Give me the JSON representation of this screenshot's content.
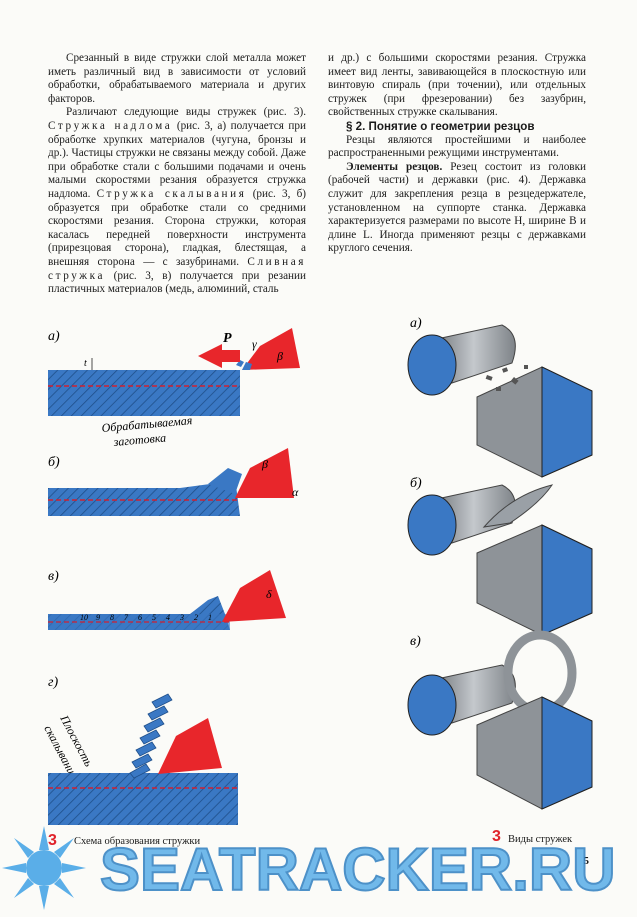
{
  "left_column": {
    "p1": "Срезанный в виде стружки слой металла может иметь различный вид в зависимости от условий обработки, обрабатываемого материала и других факторов.",
    "p2_start": "Различают следующие виды стружек (рис. 3).",
    "term_nadlom": "Стружка надлома",
    "p2_nadlom": "(рис. 3, а) получается при обработке хрупких материалов (чугуна, бронзы и др.). Частицы стружки не связаны между собой. Даже при обработке стали с большими подачами и очень малыми скоростями резания образуется стружка надлома.",
    "term_skalyvaniya": "Стружка скалывания",
    "p2_skal": "(рис. 3, б) образуется при обработке стали со средними скоростями резания. Сторона стружки, которая касалась передней поверхности инструмента (прирезцовая сторона), гладкая, блестящая, а внешняя сторона — с зазубринами.",
    "term_slivnaya": "Сливная стружка",
    "p2_sliv": "(рис. 3, в) получается при резании пластичных материалов (медь, алюминий, сталь"
  },
  "right_column": {
    "p_cont": "и др.) с большими скоростями резания. Стружка имеет вид ленты, завивающейся в плоскостную или винтовую спираль (при точении), или отдельных стружек (при фрезеровании) без зазубрин, свойственных стружке скалывания.",
    "section_title": "§ 2. Понятие о геометрии резцов",
    "p_intro": "Резцы являются простейшими и наиболее распространенными режущими инструментами.",
    "elements_term": "Элементы резцов.",
    "p_elements": "Резец состоит из головки (рабочей части) и державки (рис. 4). Державка служит для закрепления резца в резцедержателе, установленном на суппорте станка. Державка характеризуется размерами по высоте H, ширине B и длине L. Иногда применяют резцы с державками круглого сечения."
  },
  "figure3": {
    "labels": [
      "а)",
      "б)",
      "в)",
      "г)"
    ],
    "workpiece_caption_line1": "Обрабатываемая",
    "workpiece_caption_line2": "заготовка",
    "force_label": "P",
    "gamma": "γ",
    "beta": "β",
    "alpha": "α",
    "delta": "δ",
    "t_label": "t",
    "shear_plane_line1": "Плоскость",
    "shear_plane_line2": "скалывания",
    "segment_numbers": [
      "10",
      "9",
      "8",
      "7",
      "6",
      "5",
      "4",
      "3",
      "2",
      "1"
    ],
    "caption_number": "3",
    "caption_text": "Схема образования стружки"
  },
  "figure_right": {
    "labels": [
      "а)",
      "б)",
      "в)"
    ],
    "caption_number": "3",
    "caption_text": "Виды стружек"
  },
  "page_number": "5",
  "watermark": "SEATRACKER.RU",
  "colors": {
    "steel_blue": "#3a78c4",
    "hatch": "#1f4f8a",
    "cutter_red": "#e8262b",
    "dashed": "#d02030",
    "metal_gray": "#8e9398"
  }
}
